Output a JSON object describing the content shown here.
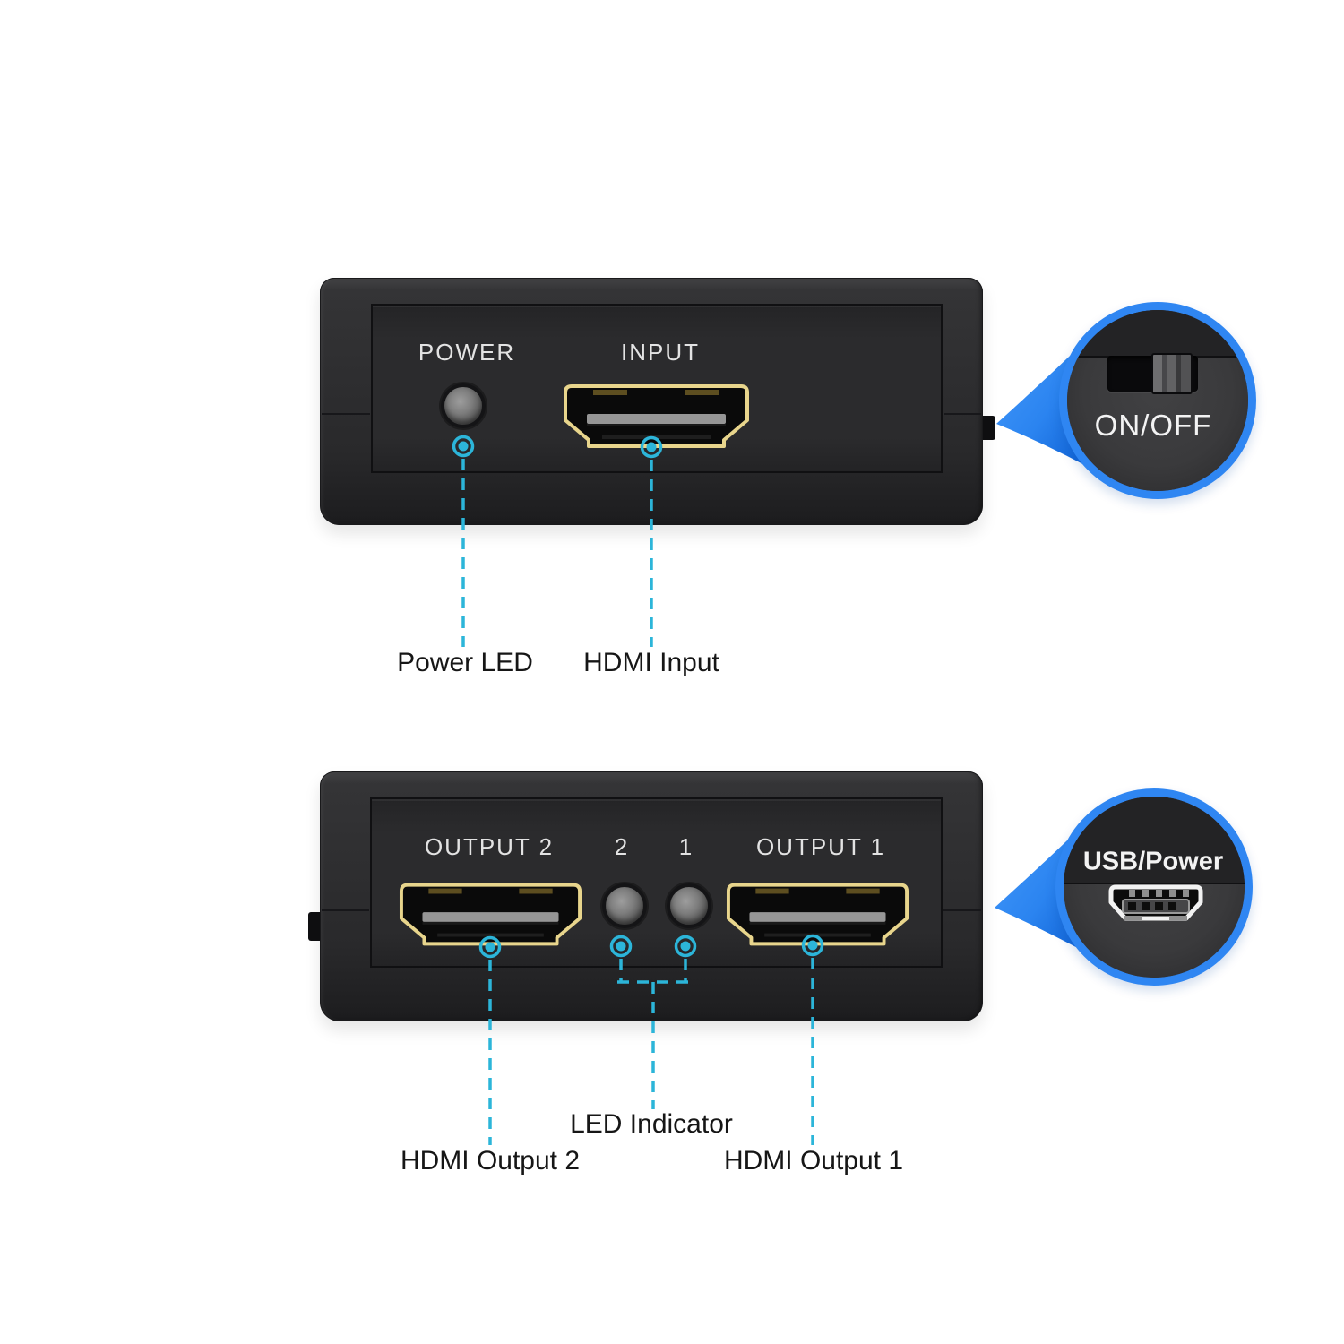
{
  "colors": {
    "accent_blue": "#2f86f2",
    "callout_cyan": "#2cb5d9",
    "hdmi_gold": "#e8d58c",
    "device_text": "#e3e3e3",
    "label_text": "#161616",
    "device_body": "#2e2e30",
    "background": "#ffffff"
  },
  "top_view": {
    "power_label": "POWER",
    "input_label": "INPUT",
    "power_led_callout": "Power LED",
    "hdmi_input_callout": "HDMI Input",
    "switch_callout": "ON/OFF"
  },
  "bottom_view": {
    "output2_label": "OUTPUT 2",
    "led2_label": "2",
    "led1_label": "1",
    "output1_label": "OUTPUT 1",
    "usb_callout": "USB/Power",
    "led_indicator_callout": "LED Indicator",
    "hdmi_output2_callout": "HDMI Output 2",
    "hdmi_output1_callout": "HDMI Output 1"
  },
  "icons": {
    "hdmi_port": "hdmi-port-icon",
    "mini_usb_port": "mini-usb-port-icon",
    "power_led": "power-led-icon",
    "slide_switch": "slide-switch-icon",
    "callout_marker": "callout-dot-icon"
  }
}
